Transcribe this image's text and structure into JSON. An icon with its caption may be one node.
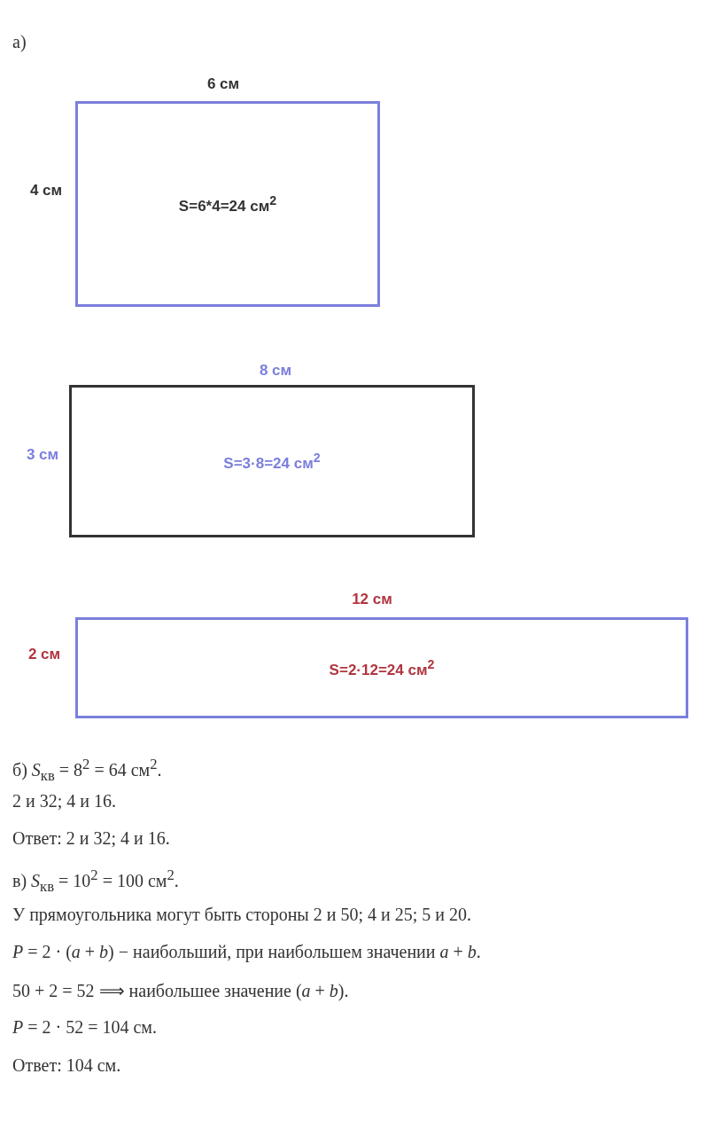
{
  "diagram": {
    "nodes": [
      {
        "text": [
          "S=6*4=24 см$^{2}$"
        ]
      },
      {
        "text": [
          "S=3·8=24 см$^{2}$"
        ]
      },
      {
        "text": [
          "S=2·12=24 см$^{2}$"
        ]
      }
    ],
    "labels": [
      "а)",
      "6 см",
      "4 см",
      "8 см",
      "3 см",
      "12 см",
      "2 см",
      "б) *S*$_{кв}$ = 8$^{2}$ = 64 см$^{2}$.",
      "2 и 32; 4 и 16.",
      "Ответ: 2 и 32; 4 и 16.",
      "в) *S*$_{кв}$ = 10$^{2}$ = 100 см$^{2}$.",
      "У прямоугольника могут быть стороны 2 и 50; 4 и 25; 5 и 20.",
      "*P* = 2 · (*a* + *b*) − наибольший, при наибольшем значении *a* + *b*.",
      "50 + 2 = 52 ⟹ наибольшее значение (*a* + *b*).",
      "*P* = 2 · 52 = 104 см.",
      "Ответ: 104 см."
    ]
  }
}
